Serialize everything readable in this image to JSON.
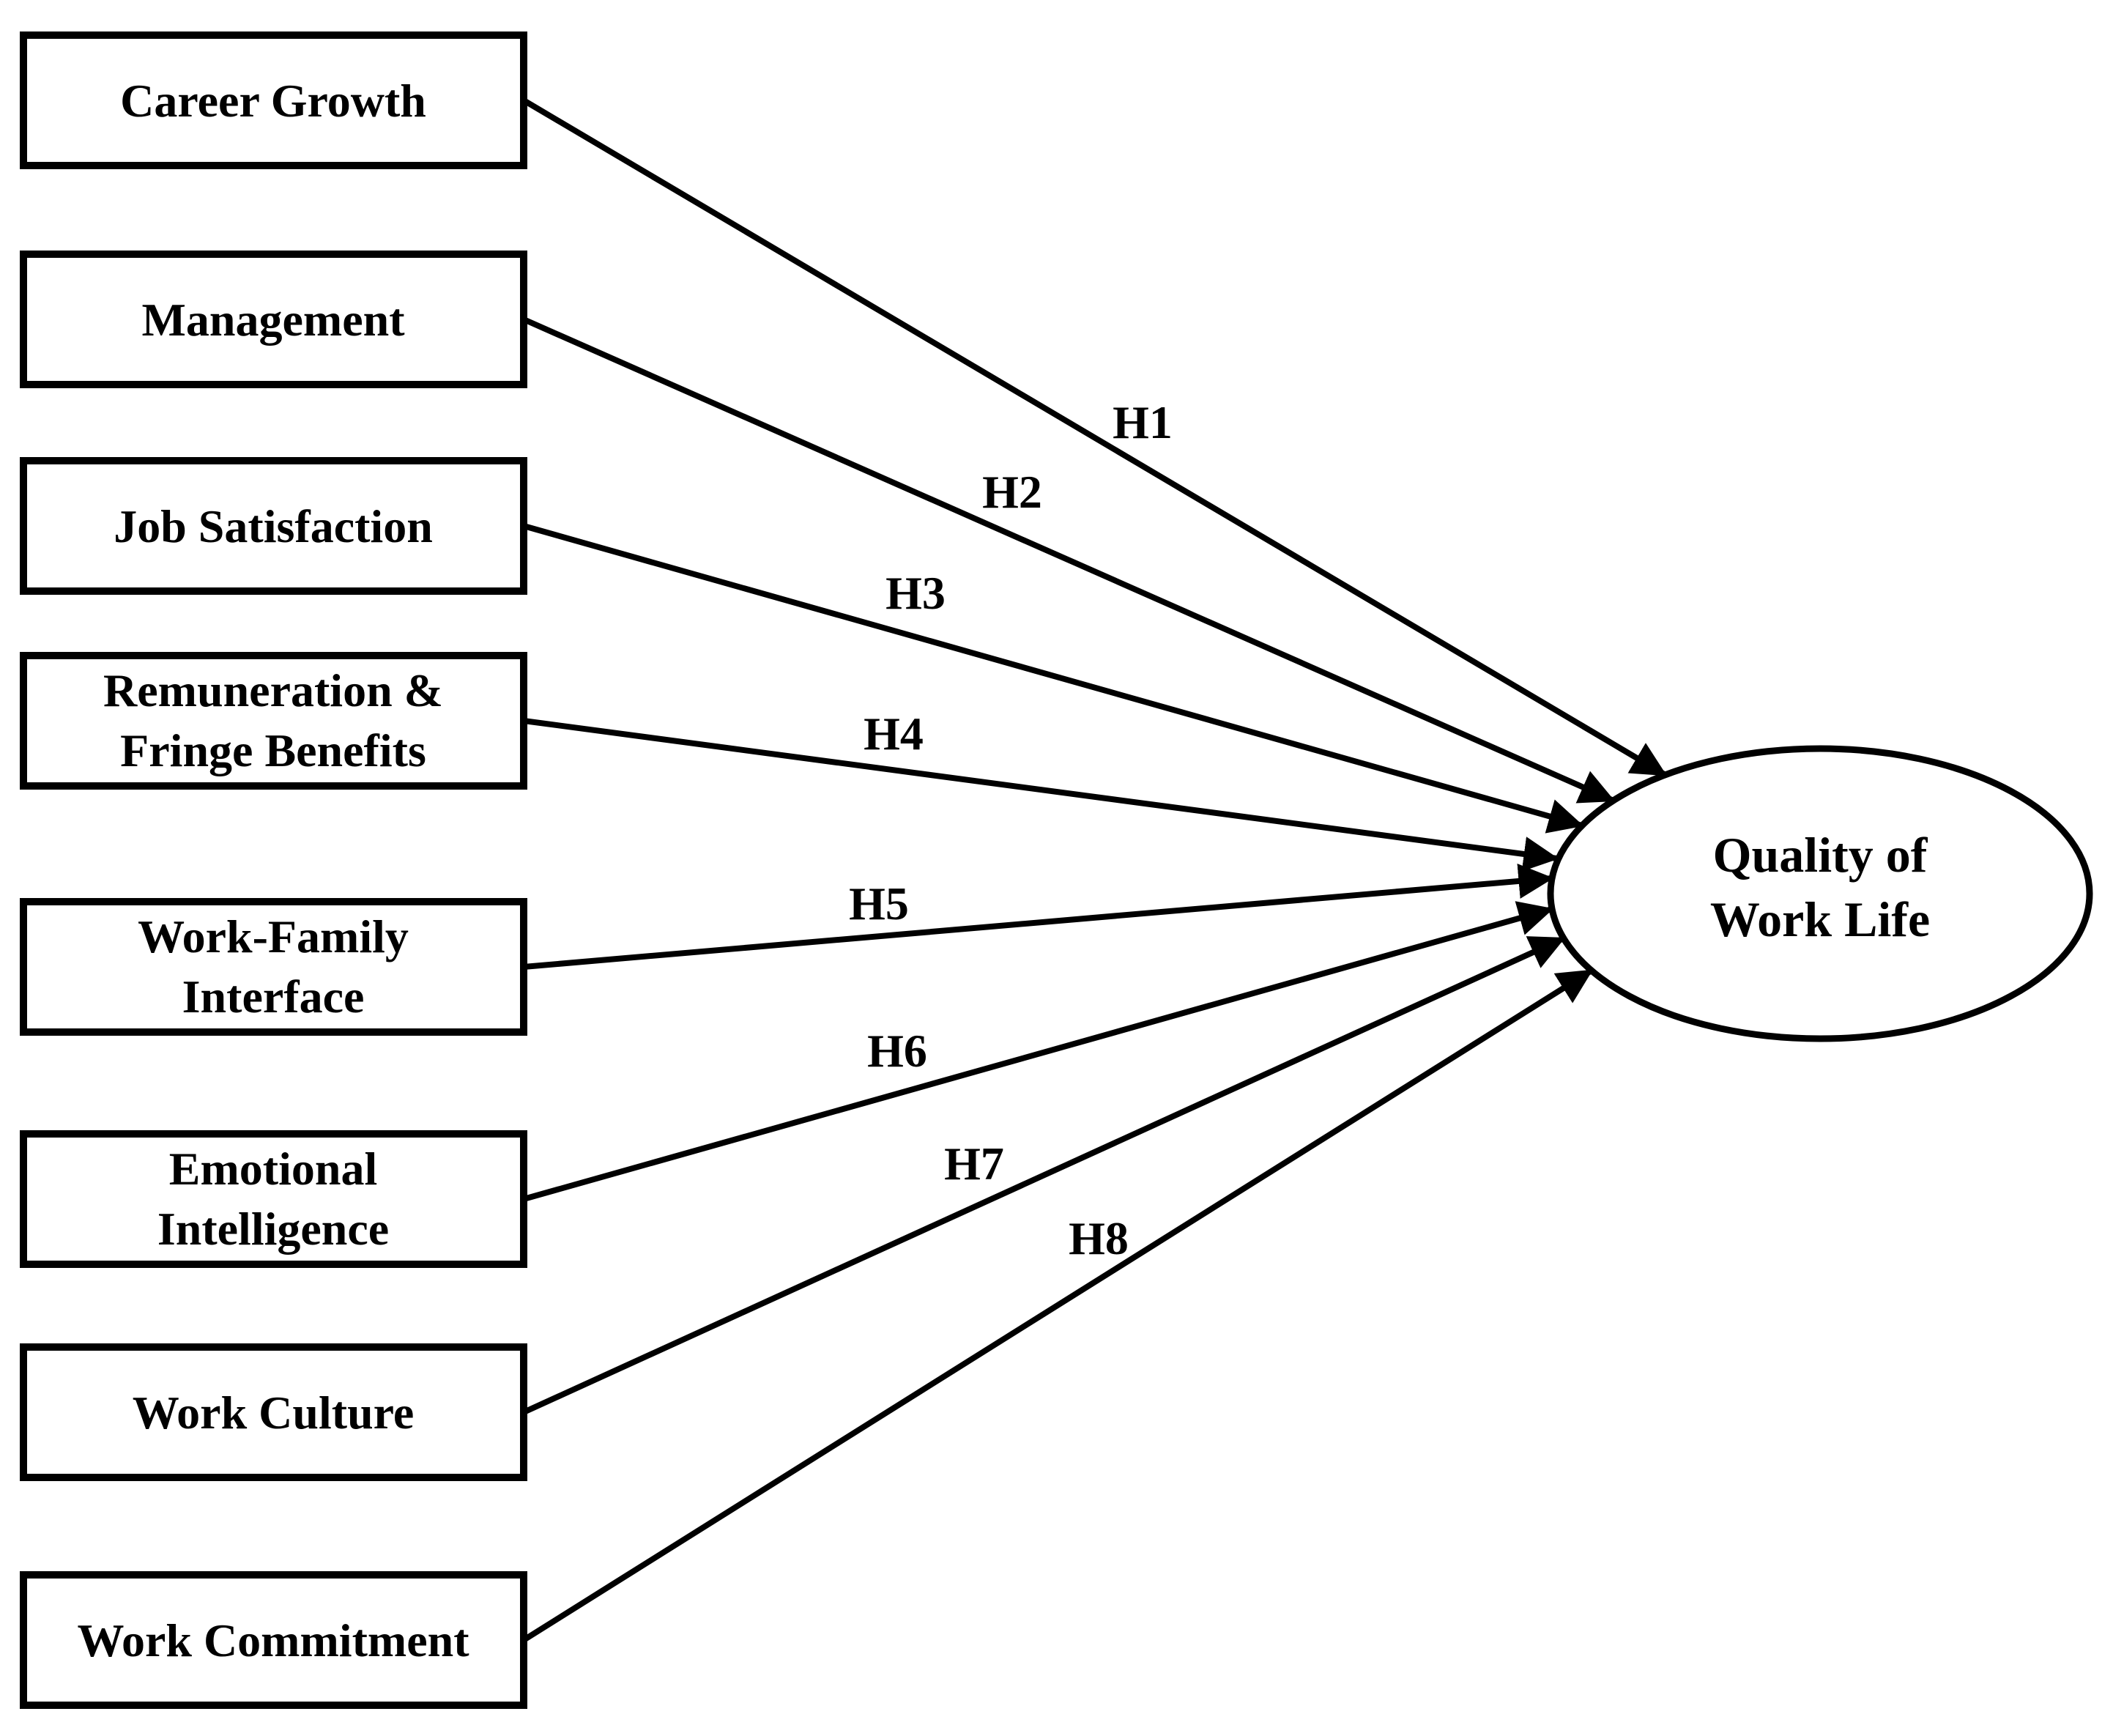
{
  "colors": {
    "background": "#ffffff",
    "box_fill": "#ffffff",
    "stroke": "#000000",
    "text": "#000000"
  },
  "factors": [
    {
      "id": "career-growth",
      "lines": [
        "Career Growth"
      ],
      "hypothesis": "H1"
    },
    {
      "id": "management",
      "lines": [
        "Management"
      ],
      "hypothesis": "H2"
    },
    {
      "id": "job-satisfaction",
      "lines": [
        "Job Satisfaction"
      ],
      "hypothesis": "H3"
    },
    {
      "id": "remuneration-fringe-benefits",
      "lines": [
        "Remuneration &",
        "Fringe Benefits"
      ],
      "hypothesis": "H4"
    },
    {
      "id": "work-family-interface",
      "lines": [
        "Work-Family",
        "Interface"
      ],
      "hypothesis": "H5"
    },
    {
      "id": "emotional-intelligence",
      "lines": [
        "Emotional",
        "Intelligence"
      ],
      "hypothesis": "H6"
    },
    {
      "id": "work-culture",
      "lines": [
        "Work Culture"
      ],
      "hypothesis": "H7"
    },
    {
      "id": "work-commitment",
      "lines": [
        "Work Commitment"
      ],
      "hypothesis": "H8"
    }
  ],
  "outcome": {
    "id": "quality-of-work-life",
    "lines": [
      "Quality of",
      "Work Life"
    ]
  },
  "edges": [
    {
      "from": "career-growth",
      "to": "quality-of-work-life",
      "label": "H1"
    },
    {
      "from": "management",
      "to": "quality-of-work-life",
      "label": "H2"
    },
    {
      "from": "job-satisfaction",
      "to": "quality-of-work-life",
      "label": "H3"
    },
    {
      "from": "remuneration-fringe-benefits",
      "to": "quality-of-work-life",
      "label": "H4"
    },
    {
      "from": "work-family-interface",
      "to": "quality-of-work-life",
      "label": "H5"
    },
    {
      "from": "emotional-intelligence",
      "to": "quality-of-work-life",
      "label": "H6"
    },
    {
      "from": "work-culture",
      "to": "quality-of-work-life",
      "label": "H7"
    },
    {
      "from": "work-commitment",
      "to": "quality-of-work-life",
      "label": "H8"
    }
  ]
}
